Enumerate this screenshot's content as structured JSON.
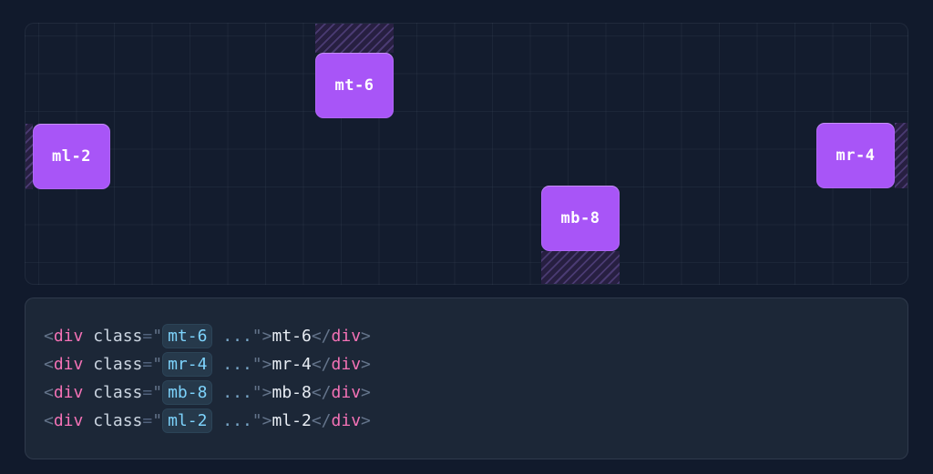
{
  "demo": {
    "items": [
      {
        "label": "mt-6",
        "margin_side": "top"
      },
      {
        "label": "mr-4",
        "margin_side": "right"
      },
      {
        "label": "mb-8",
        "margin_side": "bottom"
      },
      {
        "label": "ml-2",
        "margin_side": "left"
      }
    ],
    "colors": {
      "box": "#a855f7",
      "hatch_stripe": "#4a3b72",
      "hatch_background": "#271f41",
      "panel_background": "#131c2e"
    }
  },
  "code": {
    "tokens": {
      "open_bracket": "<",
      "tag": "div",
      "attr": " class",
      "equals": "=",
      "quote": "\"",
      "rest_of_class": " ...",
      "close_bracket": ">",
      "closing_open": "</"
    },
    "lines": [
      {
        "highlighted_class": "mt-6",
        "content": "mt-6"
      },
      {
        "highlighted_class": "mr-4",
        "content": "mr-4"
      },
      {
        "highlighted_class": "mb-8",
        "content": "mb-8"
      },
      {
        "highlighted_class": "ml-2",
        "content": "ml-2"
      }
    ],
    "colors": {
      "tag": "#f472b6",
      "attribute": "#cbd5e1",
      "class_token": "#7dd3fc",
      "punctuation": "#64748b",
      "content": "#e8edf4"
    }
  }
}
